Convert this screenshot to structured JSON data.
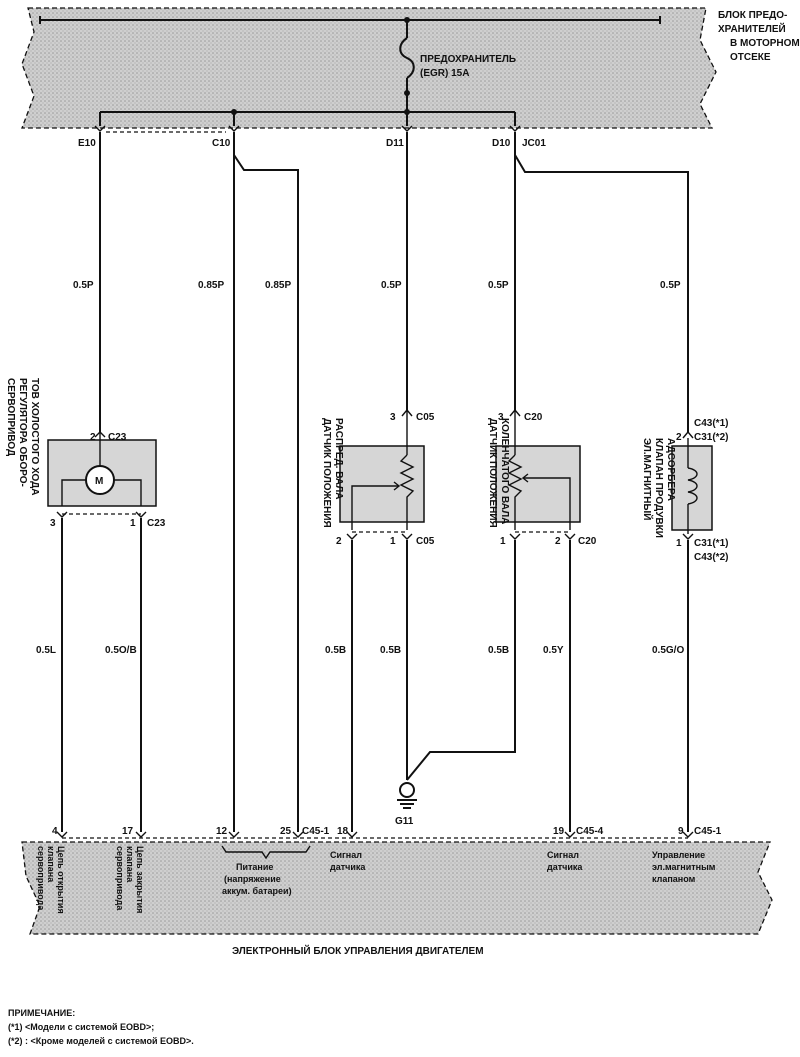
{
  "fuse_box": {
    "title_lines": [
      "БЛОК ПРЕДО-",
      "ХРАНИТЕЛЕЙ",
      "В МОТОРНОМ",
      "ОТСЕКЕ"
    ],
    "fuse_lines": [
      "ПРЕДОХРАНИТЕЛЬ",
      "(EGR) 15A"
    ]
  },
  "connectors_top": {
    "e10": "E10",
    "c10": "C10",
    "d11": "D11",
    "d10": "D10",
    "jc01": "JC01"
  },
  "wires": {
    "w1": "0.5P",
    "w2": "0.85P",
    "w3": "0.85P",
    "w4": "0.5P",
    "w5": "0.5P",
    "w6": "0.5P",
    "b1": "0.5L",
    "b2": "0.5O/B",
    "b3": "0.5B",
    "b4": "0.5B",
    "b5": "0.5B",
    "b6": "0.5Y",
    "b7": "0.5G/O"
  },
  "servo": {
    "motor": "M",
    "pin_top": "2",
    "conn_top": "C23",
    "pin_bl": "3",
    "pin_br": "1",
    "conn_bot": "C23",
    "name_lines": [
      "СЕРВОПРИВОД",
      "РЕГУЛЯТОРА ОБОРО-",
      "ТОВ ХОЛОСТОГО ХОДА"
    ]
  },
  "camshaft_sensor": {
    "pin_top": "3",
    "conn_top": "C05",
    "pin_bl": "2",
    "pin_br": "1",
    "conn_bot": "C05",
    "name_lines": [
      "ДАТЧИК ПОЛОЖЕНИЯ",
      "РАСПРЕД. ВАЛА"
    ]
  },
  "crankshaft_sensor": {
    "pin_top": "3",
    "conn_top": "C20",
    "pin_bl": "1",
    "pin_br": "2",
    "conn_bot": "C20",
    "name_lines": [
      "ДАТЧИК ПОЛОЖЕНИЯ",
      "КОЛЕНЧАТОГО ВАЛА"
    ]
  },
  "purge_valve": {
    "pin_top": "2",
    "conn_top_1": "C43(*1)",
    "conn_top_2": "C31(*2)",
    "pin_bot": "1",
    "conn_bot_1": "C31(*1)",
    "conn_bot_2": "C43(*2)",
    "name_lines": [
      "ЭЛ.МАГНИТНЫЙ",
      "КЛАПАН ПРОДУВКИ",
      "АДСОРБЕРА"
    ]
  },
  "ground": {
    "label": "G11"
  },
  "ecu": {
    "pins": {
      "p4": "4",
      "p17": "17",
      "p12": "12",
      "p25": "25",
      "c451a": "C45-1",
      "p18": "18",
      "p19": "19",
      "c454": "C45-4",
      "p9": "9",
      "c451b": "C45-1"
    },
    "label_open_lines": [
      "Цепь открытия",
      "клапана",
      "сервопривода"
    ],
    "label_close_lines": [
      "Цепь закрытия",
      "клапана",
      "сервопривода"
    ],
    "label_power_lines": [
      "Питание",
      "(напряжение",
      "аккум. батареи)"
    ],
    "label_signal1_lines": [
      "Сигнал",
      "датчика"
    ],
    "label_signal2_lines": [
      "Сигнал",
      "датчика"
    ],
    "label_control_lines": [
      "Управление",
      "эл.магнитным",
      "клапаном"
    ],
    "title": "ЭЛЕКТРОННЫЙ БЛОК УПРАВЛЕНИЯ ДВИГАТЕЛЕМ"
  },
  "notes": {
    "header": "ПРИМЕЧАНИЕ:",
    "n1": "(*1)  <Модели с системой EOBD>;",
    "n2": "(*2) : <Кроме моделей с системой EOBD>."
  }
}
